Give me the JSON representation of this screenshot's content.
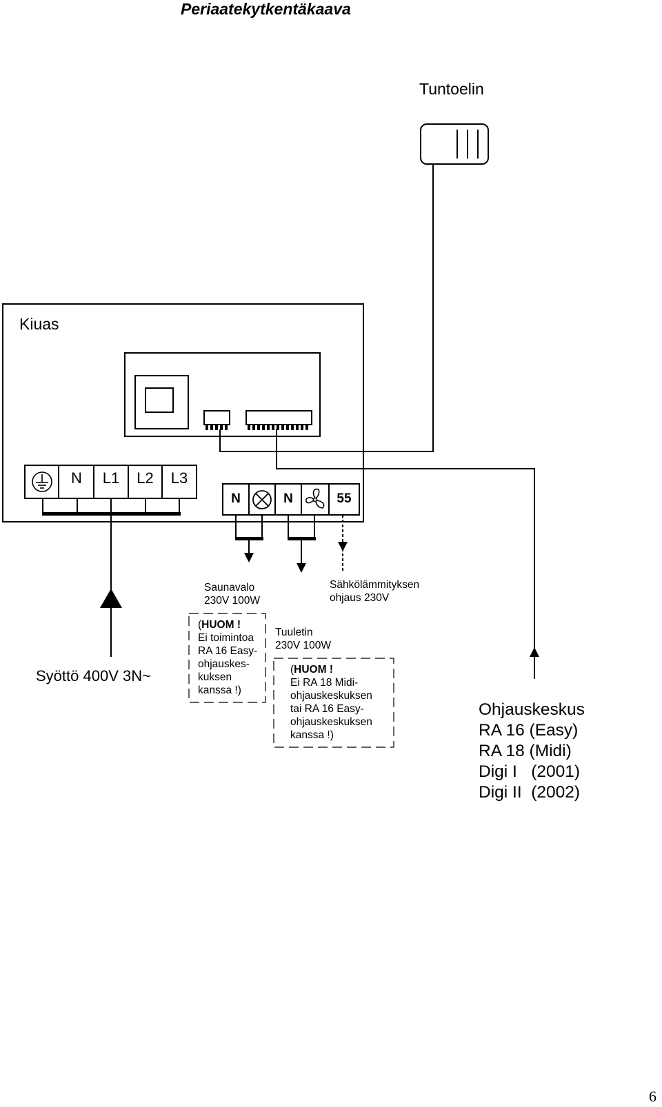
{
  "title": "Periaatekytkentäkaava",
  "sensor": {
    "label": "Tuntoelin"
  },
  "heater": {
    "label": "Kiuas",
    "supply_terminals": [
      "N",
      "L1",
      "L2",
      "L3"
    ],
    "output_terminals": [
      "N",
      "N",
      "55"
    ]
  },
  "notes": {
    "light": {
      "label_line1": "Saunavalo",
      "label_line2": "230V 100W",
      "warn_huom": "HUOM !",
      "warn_lines": [
        "Ei toimintoa",
        "RA 16 Easy-",
        "ohjauskes-",
        "kuksen",
        "kanssa !)"
      ]
    },
    "fan": {
      "label_line1": "Tuuletin",
      "label_line2": "230V 100W",
      "warn_huom": "HUOM !",
      "warn_lines": [
        "Ei RA 18 Midi-",
        "ohjauskeskuksen",
        "tai RA 16 Easy-",
        "ohjauskeskuksen",
        "kanssa !)"
      ]
    },
    "heating": {
      "label_line1": "Sähkölämmityksen",
      "label_line2": "ohjaus 230V"
    }
  },
  "supply": {
    "label": "Syöttö 400V 3N~"
  },
  "control_unit": {
    "lines": [
      "Ohjauskeskus",
      "RA 16 (Easy)",
      "RA 18 (Midi)",
      "Digi I   (2001)",
      "Digi II  (2002)"
    ]
  },
  "page_number": "6",
  "icons": [
    "ground-icon",
    "lamp-icon",
    "fan-icon"
  ]
}
